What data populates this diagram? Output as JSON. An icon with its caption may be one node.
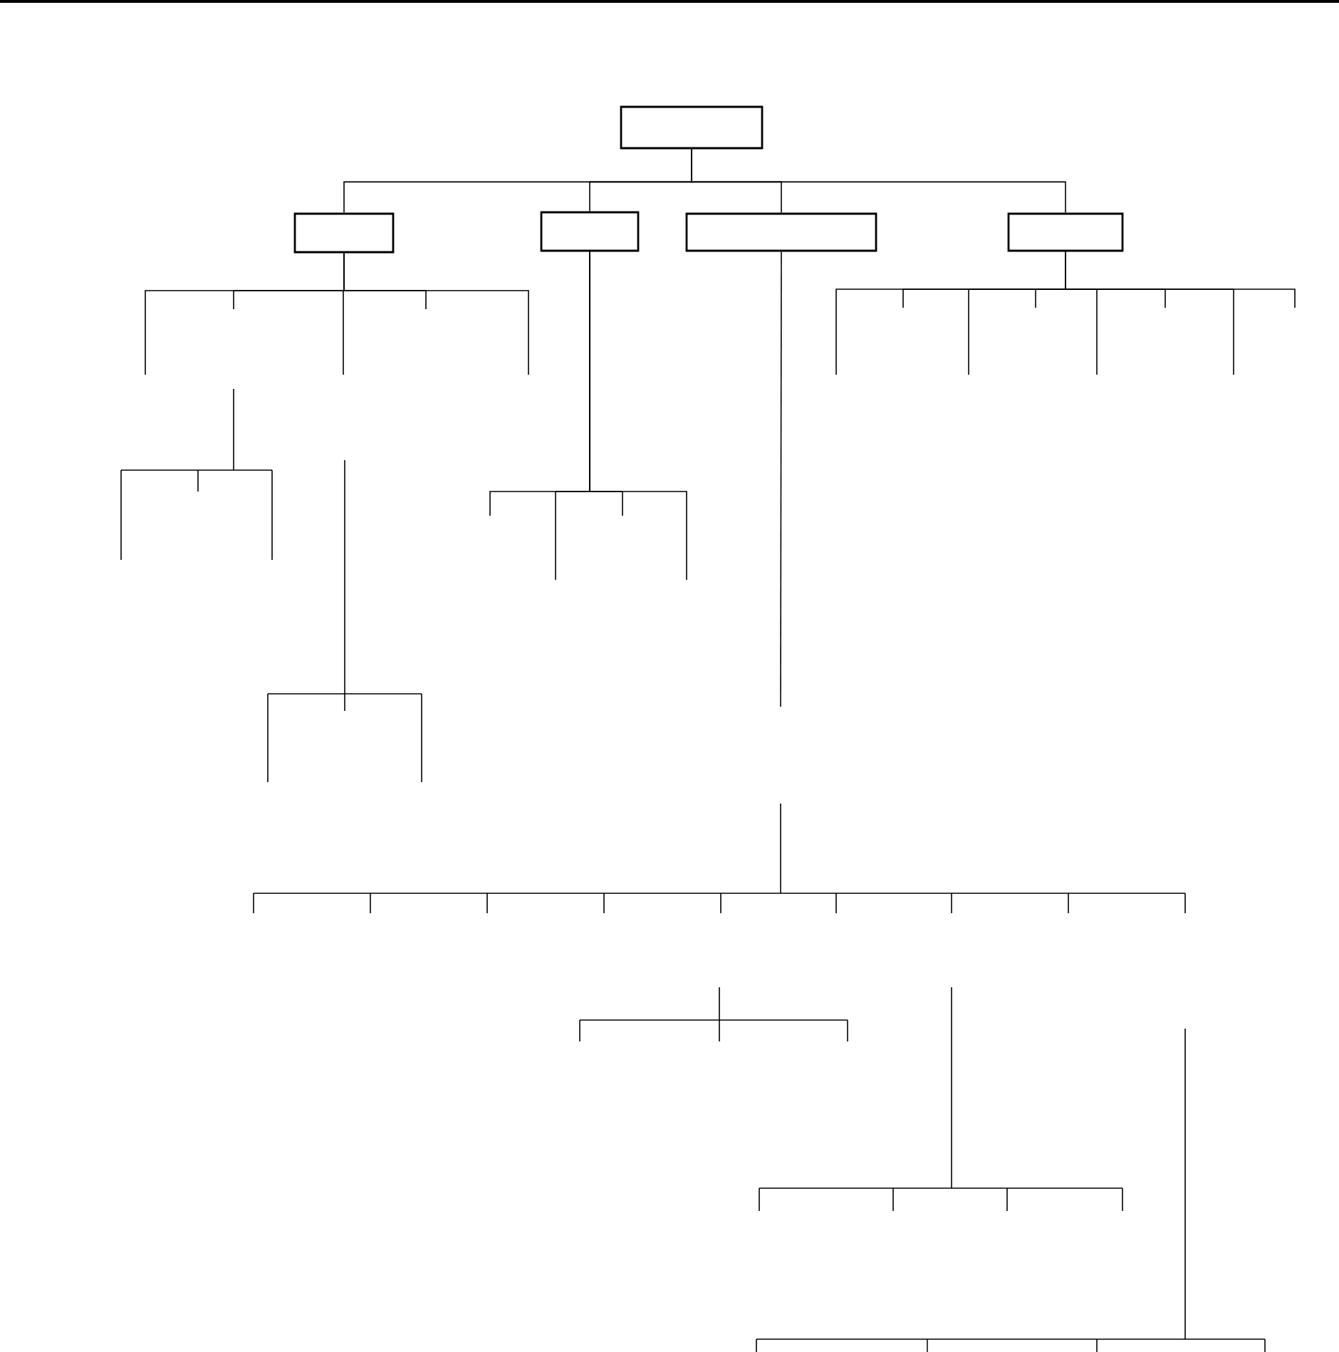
{
  "diagram": {
    "nodes": [
      {
        "text": [],
        "shape": "box"
      },
      {
        "text": [],
        "shape": "box"
      },
      {
        "text": [],
        "shape": "box"
      },
      {
        "text": [],
        "shape": "box"
      },
      {
        "text": [],
        "shape": "box"
      }
    ],
    "edges": [
      {
        "from": 0,
        "to": 1,
        "arrow": "none"
      },
      {
        "from": 0,
        "to": 2,
        "arrow": "none"
      },
      {
        "from": 0,
        "to": 3,
        "arrow": "none"
      },
      {
        "from": 0,
        "to": 4,
        "arrow": "none"
      },
      {
        "from": 1,
        "to": null,
        "arrow": "none"
      },
      {
        "from": 1,
        "to": null,
        "arrow": "none"
      },
      {
        "from": 1,
        "to": null,
        "arrow": "none"
      },
      {
        "from": 1,
        "to": null,
        "arrow": "none"
      },
      {
        "from": 1,
        "to": null,
        "arrow": "none"
      },
      {
        "from": 2,
        "to": null,
        "arrow": "none"
      },
      {
        "from": 2,
        "to": null,
        "arrow": "none"
      },
      {
        "from": 2,
        "to": null,
        "arrow": "none"
      },
      {
        "from": 2,
        "to": null,
        "arrow": "none"
      },
      {
        "from": 3,
        "to": null,
        "arrow": "none"
      },
      {
        "from": 4,
        "to": null,
        "arrow": "none"
      },
      {
        "from": 4,
        "to": null,
        "arrow": "none"
      },
      {
        "from": 4,
        "to": null,
        "arrow": "none"
      },
      {
        "from": 4,
        "to": null,
        "arrow": "none"
      },
      {
        "from": 4,
        "to": null,
        "arrow": "none"
      },
      {
        "from": 4,
        "to": null,
        "arrow": "none"
      },
      {
        "from": 4,
        "to": null,
        "arrow": "none"
      },
      {
        "from": 4,
        "to": null,
        "arrow": "none"
      }
    ]
  }
}
